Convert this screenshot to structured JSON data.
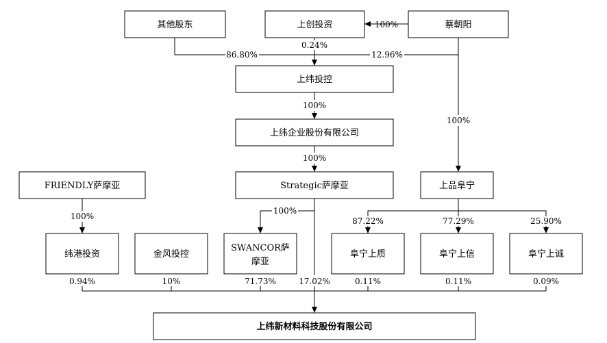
{
  "entities": {
    "other_shareholders": "其他股东",
    "shangchuang": "上创投资",
    "cai_chaoyang": "蔡朝阳",
    "shangwei_holding": "上纬投控",
    "shangwei_enterprise": "上纬企业股份有限公司",
    "friendly": "FRIENDLY萨摩亚",
    "strategic": "Strategic萨摩亚",
    "shangpin_funing": "上品阜宁",
    "weigang": "纬港投资",
    "jinfeng": "金风投控",
    "swancor_line1": "SWANCOR萨",
    "swancor_line2": "摩亚",
    "funing_shangzhi": "阜宁上质",
    "funing_shangxin": "阜宁上信",
    "funing_shangcheng": "阜宁上诚",
    "target_company": "上纬新材料科技股份有限公司"
  },
  "percentages": {
    "cai_to_shangchuang": "100%",
    "other_to_holding": "86.80%",
    "shangchuang_to_holding": "0.24%",
    "cai_to_holding": "12.96%",
    "holding_to_enterprise": "100%",
    "enterprise_to_strategic": "100%",
    "cai_to_shangpin": "100%",
    "friendly_to_weigang": "100%",
    "strategic_to_swancor": "100%",
    "shangpin_to_shangzhi": "87.22%",
    "shangpin_to_shangxin": "77.29%",
    "shangpin_to_shangcheng": "25.90%",
    "weigang_to_target": "0.94%",
    "jinfeng_to_target": "10%",
    "swancor_to_target": "71.73%",
    "strategic_to_target": "17.02%",
    "shangzhi_to_target": "0.11%",
    "shangxin_to_target": "0.11%",
    "shangcheng_to_target": "0.09%"
  }
}
